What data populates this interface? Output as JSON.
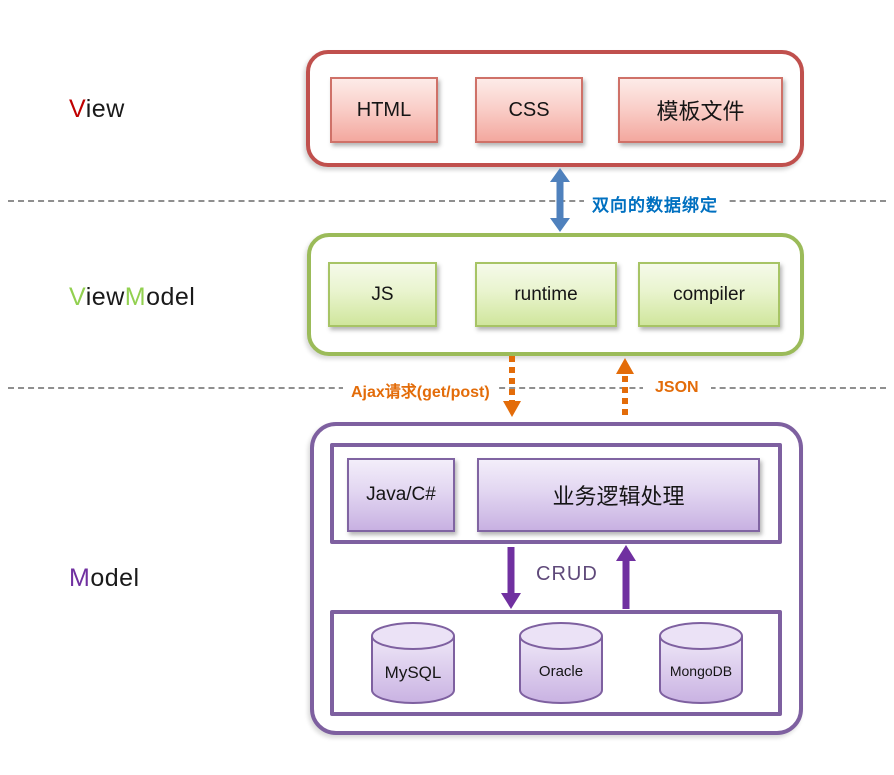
{
  "diagram": {
    "layers": {
      "view": {
        "label_parts": [
          "V",
          "iew"
        ],
        "accent": "#C0504D",
        "boxes": [
          "HTML",
          "CSS",
          "模板文件"
        ]
      },
      "viewmodel": {
        "label_parts": [
          "V",
          "iew",
          "M",
          "odel"
        ],
        "accent": "#9BBB59",
        "boxes": [
          "JS",
          "runtime",
          "compiler"
        ]
      },
      "model": {
        "label_parts": [
          "M",
          "odel"
        ],
        "accent": "#7E60A0",
        "logic_boxes": [
          "Java/C#",
          "业务逻辑处理"
        ],
        "crud_label": "CRUD",
        "databases": [
          "MySQL",
          "Oracle",
          "MongoDB"
        ]
      }
    },
    "connections": {
      "two_way_binding": {
        "label": "双向的数据绑定",
        "color": "#0070C0",
        "arrow_color": "#4F81BD"
      },
      "ajax_request": {
        "label": "Ajax请求(get/post)",
        "color": "#E36C09"
      },
      "json_response": {
        "label": "JSON",
        "color": "#E36C09"
      },
      "crud_arrow_color": "#7030A0"
    }
  }
}
